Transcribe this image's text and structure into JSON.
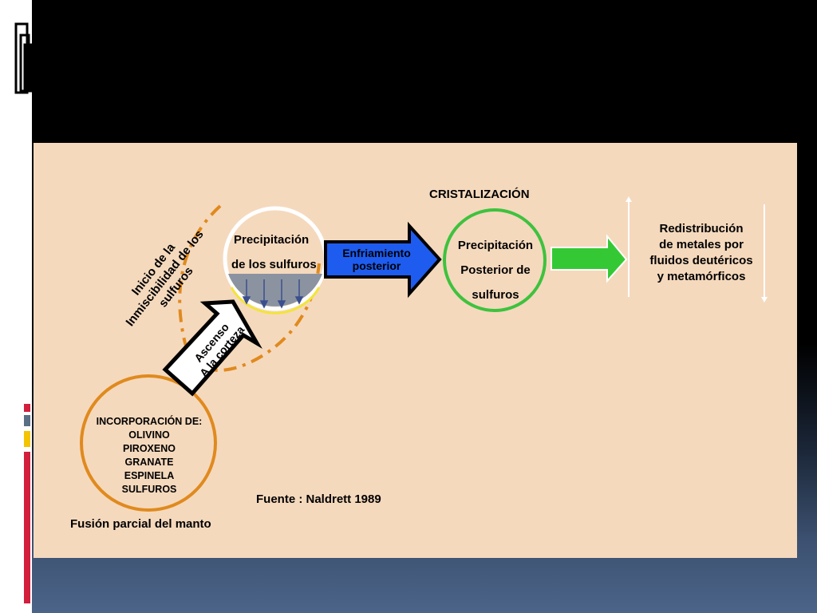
{
  "title_cristalizacion": "CRISTALIZACIÓN",
  "precip1": {
    "line1": "Precipitación",
    "line2": "de los sulfuros"
  },
  "enfriamiento": {
    "line1": "Enfriamiento",
    "line2": "posterior"
  },
  "precip2": {
    "line1": "Precipitación",
    "line2": "Posterior de",
    "line3": "sulfuros"
  },
  "redistribucion": {
    "line1": "Redistribución",
    "line2": "de metales por",
    "line3": "fluidos deutéricos",
    "line4": "y metamórficos"
  },
  "inicio": {
    "line1": "Inicio de la",
    "line2": "Inmiscibilidad de los",
    "line3": "sulfuros"
  },
  "ascenso": {
    "line1": "Ascenso",
    "line2": "A la corteza"
  },
  "incorporacion": {
    "heading": "INCORPORACIÓN DE:",
    "items": [
      "OLIVINO",
      "PIROXENO",
      "GRANATE",
      "ESPINELA",
      "SULFUROS"
    ]
  },
  "fuente": "Fuente : Naldrett 1989",
  "fusion": "Fusión parcial del manto",
  "colors": {
    "panel": "#f5d9bd",
    "orange": "#e08a1e",
    "green": "#3ec23e",
    "blue_arrow": "#1e5cf0",
    "green_arrow": "#34c934"
  }
}
